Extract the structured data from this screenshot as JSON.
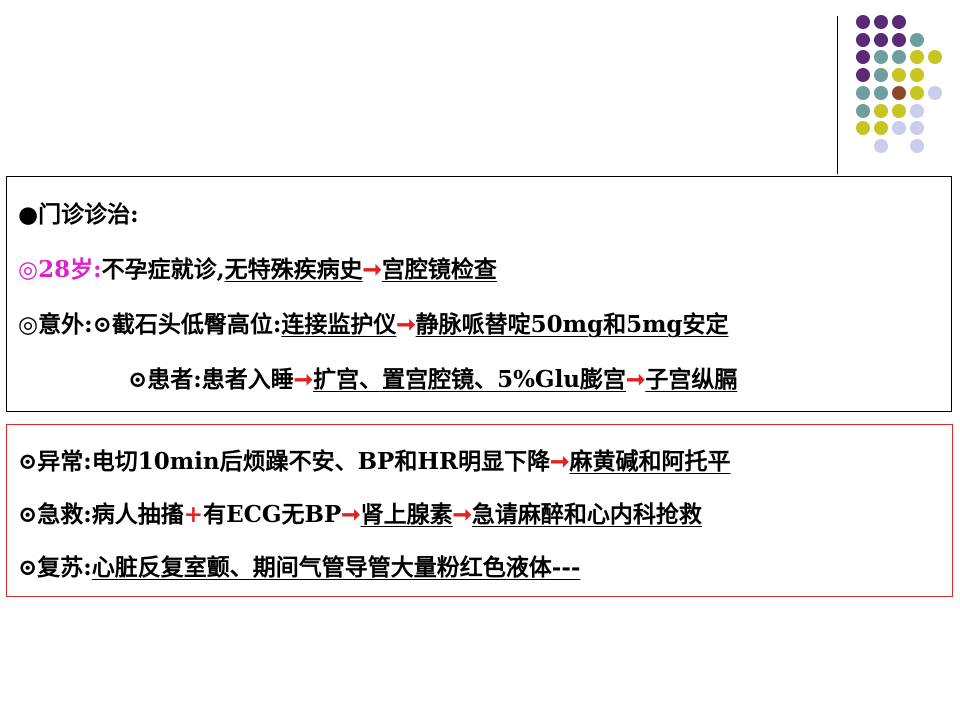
{
  "colors": {
    "purple": "#5b2a76",
    "teal": "#6f9ea0",
    "yellowgreen": "#c7c621",
    "lavender": "#ccccec",
    "magenta": "#e020c8",
    "arrow_red": "#e22222",
    "box2_border": "#d62b2b"
  },
  "icons": {
    "bullet": "●",
    "double_circle": "◎",
    "dot_circle": "⊙",
    "arrow": "➞",
    "plus": "+"
  },
  "box1": {
    "line1": {
      "text": "门诊诊治:"
    },
    "line2": {
      "prefix": "28岁:",
      "a": "不孕症就诊,",
      "b": "无特殊疾病史",
      "c": "宫腔镜检查"
    },
    "line3": {
      "label": "意外:",
      "a": "截石头低臀高位:",
      "b": "连接监护仪",
      "c": "静脉哌替啶50mg和5mg安定"
    },
    "line4": {
      "label": "患者:",
      "a": "患者入睡",
      "b": "扩宫、置宫腔镜、5%Glu膨宫",
      "c": "子宫纵膈"
    }
  },
  "box2": {
    "line1": {
      "label": "异常:",
      "a": "电切10min后烦躁不安、BP和HR明显下降",
      "b": "麻黄碱和阿托平"
    },
    "line2": {
      "label": "急救:",
      "a": "病人抽搐",
      "b": "有ECG无BP",
      "c": "肾上腺素",
      "d": "急请麻醉和心内科抢救"
    },
    "line3": {
      "label": "复苏:",
      "a": "心脏反复室颤、期间气管导管大量粉红色液体---"
    }
  }
}
